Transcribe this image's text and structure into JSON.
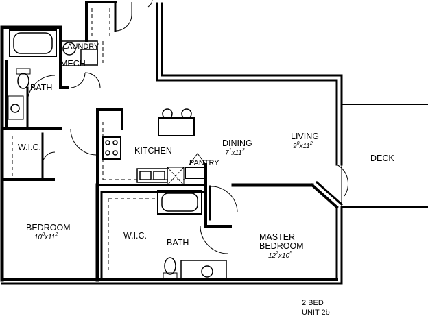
{
  "plan": {
    "rooms": {
      "laundry": "LAUNDRY",
      "mech": "MECH.",
      "bath_top": "BATH",
      "wic_left": "W.I.C.",
      "kitchen": "KITCHEN",
      "pantry": "PANTRY",
      "dining": "DINING",
      "living": "LIVING",
      "deck": "DECK",
      "bedroom": "BEDROOM",
      "wic_center": "W.I.C.",
      "bath_center": "BATH",
      "master_line1": "MASTER",
      "master_line2": "BEDROOM"
    },
    "dimensions": {
      "dining": {
        "a": "7",
        "a_sup": "1",
        "sep": "x11",
        "b_sup": "2"
      },
      "living": {
        "a": "9",
        "a_sup": "0",
        "sep": "x11",
        "b_sup": "2"
      },
      "bedroom": {
        "a": "10",
        "a_sup": "8",
        "sep": "x11",
        "b_sup": "2"
      },
      "master": {
        "a": "12",
        "a_sup": "2",
        "sep": "x10",
        "b_sup": "5"
      }
    },
    "unit": {
      "line1": "2 BED",
      "line2": "UNIT 2b"
    }
  }
}
